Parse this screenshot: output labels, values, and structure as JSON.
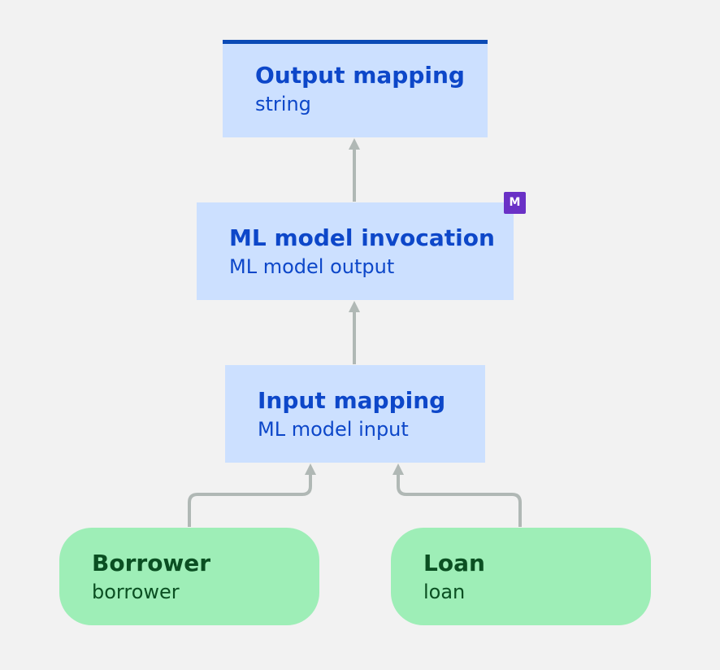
{
  "nodes": {
    "output_mapping": {
      "title": "Output mapping",
      "subtitle": "string"
    },
    "ml_invocation": {
      "title": "ML model invocation",
      "subtitle": "ML model output",
      "badge": "M"
    },
    "input_mapping": {
      "title": "Input mapping",
      "subtitle": "ML model input"
    },
    "borrower": {
      "title": "Borrower",
      "subtitle": "borrower"
    },
    "loan": {
      "title": "Loan",
      "subtitle": "loan"
    }
  },
  "colors": {
    "decision_fill": "#cce0ff",
    "decision_text": "#0d47c9",
    "input_fill": "#9eeeb7",
    "input_text": "#0b4f22",
    "edge": "#b0b8b5",
    "badge": "#6a31c6",
    "accent_bar": "#0b4bb6"
  }
}
